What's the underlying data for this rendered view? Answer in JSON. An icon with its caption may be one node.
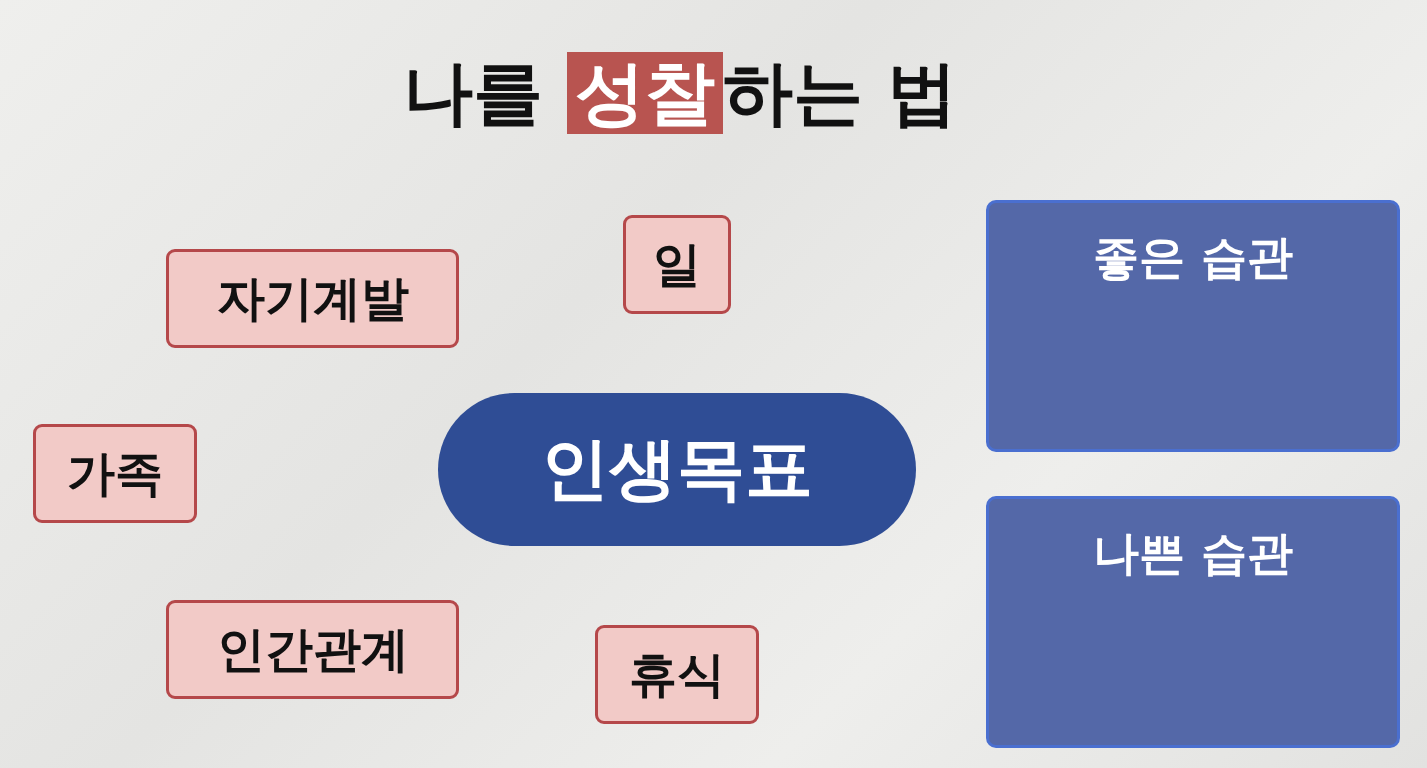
{
  "diagram": {
    "title": "나를 **성찰**하는 법",
    "nodes": [
      {
        "text": [
          "일"
        ]
      },
      {
        "text": [
          "좋은 습관"
        ]
      },
      {
        "text": [
          "자기계발"
        ]
      },
      {
        "text": [
          "가족"
        ]
      },
      {
        "text": [
          "인생목표"
        ]
      },
      {
        "text": [
          "나쁜 습관"
        ]
      },
      {
        "text": [
          "인간관계"
        ]
      },
      {
        "text": [
          "휴식"
        ]
      }
    ],
    "edges": []
  }
}
